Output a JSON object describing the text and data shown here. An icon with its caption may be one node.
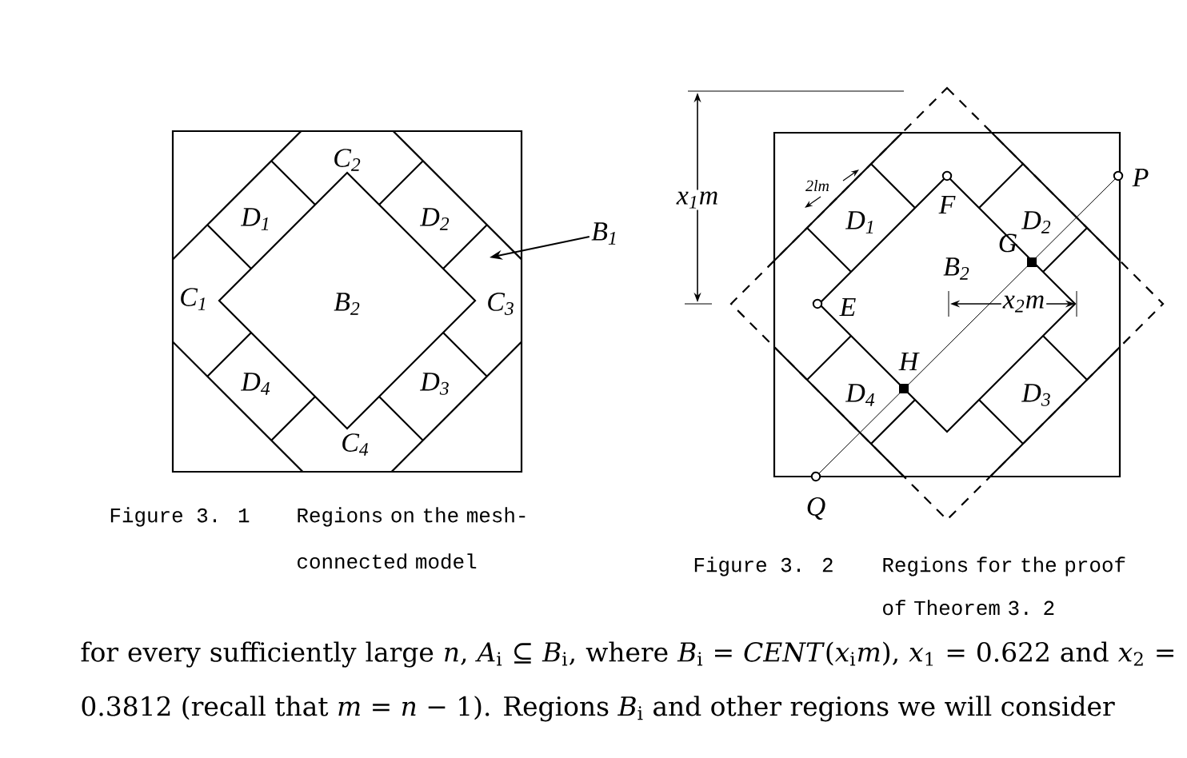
{
  "diagram": {
    "nodes": [
      {
        "text": [
          "B$_{1}$"
        ]
      },
      {
        "text": [],
        "shape": "diamond"
      }
    ],
    "edges": [
      {
        "from": 0,
        "to": 1,
        "arrow": "to"
      }
    ],
    "labels": [
      "C$_{2}$",
      "D$_{1}$",
      "D$_{2}$",
      "C$_{1}$",
      "B$_{2}$",
      "C$_{3}$",
      "D$_{4}$",
      "D$_{3}$",
      "C$_{4}$",
      "x$_{1}$m",
      "2lm",
      "F",
      "P",
      "D$_{1}$",
      "D$_{2}$",
      "G",
      "B$_{2}$",
      "E",
      "x$_{2}$m",
      "H",
      "D$_{4}$",
      "D$_{3}$",
      "Figure 3. 1",
      "Regions on the mesh- connected model",
      "Q",
      "Figure 3. 2",
      "Regions for the proof of Theorem 3. 2",
      "for every sufficiently large *n*, *A*$_{i}$ ⊆ *B*$_{i}$, where *B*$_{i}$ = *CENT*(*x*$_{i}$*m*), *x*$_{1}$ = 0.622 and *x*$_{2}$ = 0.3812 (recall that *m* = *n* − 1). Regions *B*$_{i}$ and other regions we will consider"
    ]
  }
}
